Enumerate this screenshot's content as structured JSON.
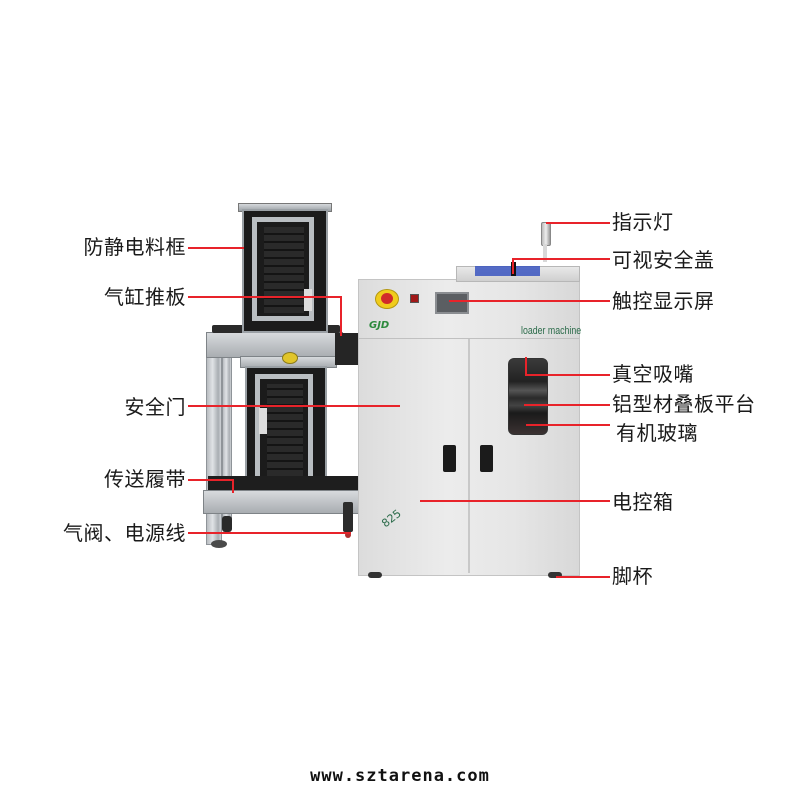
{
  "diagram": {
    "title": "loader machine annotated diagram",
    "machine": {
      "panel_text": "loader machine",
      "model_number": "825",
      "brand_logo": "GJD",
      "accent_color": "#e8232a",
      "cabinet_color": "#e6e6e6",
      "text_green": "#2b6b4a"
    },
    "labels_left": [
      {
        "id": "anti-static-magazine",
        "text": "防静电料框"
      },
      {
        "id": "cylinder-push-plate",
        "text": "气缸推板"
      },
      {
        "id": "safety-door",
        "text": "安全门"
      },
      {
        "id": "conveyor-belt",
        "text": "传送履带"
      },
      {
        "id": "air-valve-power-cord",
        "text": "气阀、电源线"
      }
    ],
    "labels_right": [
      {
        "id": "indicator-light",
        "text": "指示灯"
      },
      {
        "id": "visible-safety-cover",
        "text": "可视安全盖"
      },
      {
        "id": "touch-screen",
        "text": "触控显示屏"
      },
      {
        "id": "vacuum-nozzle",
        "text": "真空吸嘴"
      },
      {
        "id": "aluminum-stacking-platform",
        "text": "铝型材叠板平台"
      },
      {
        "id": "acrylic-glass",
        "text": "有机玻璃"
      },
      {
        "id": "electric-control-box",
        "text": "电控箱"
      },
      {
        "id": "foot-cup",
        "text": "脚杯"
      }
    ]
  },
  "footer": {
    "website": "www.sztarena.com"
  }
}
